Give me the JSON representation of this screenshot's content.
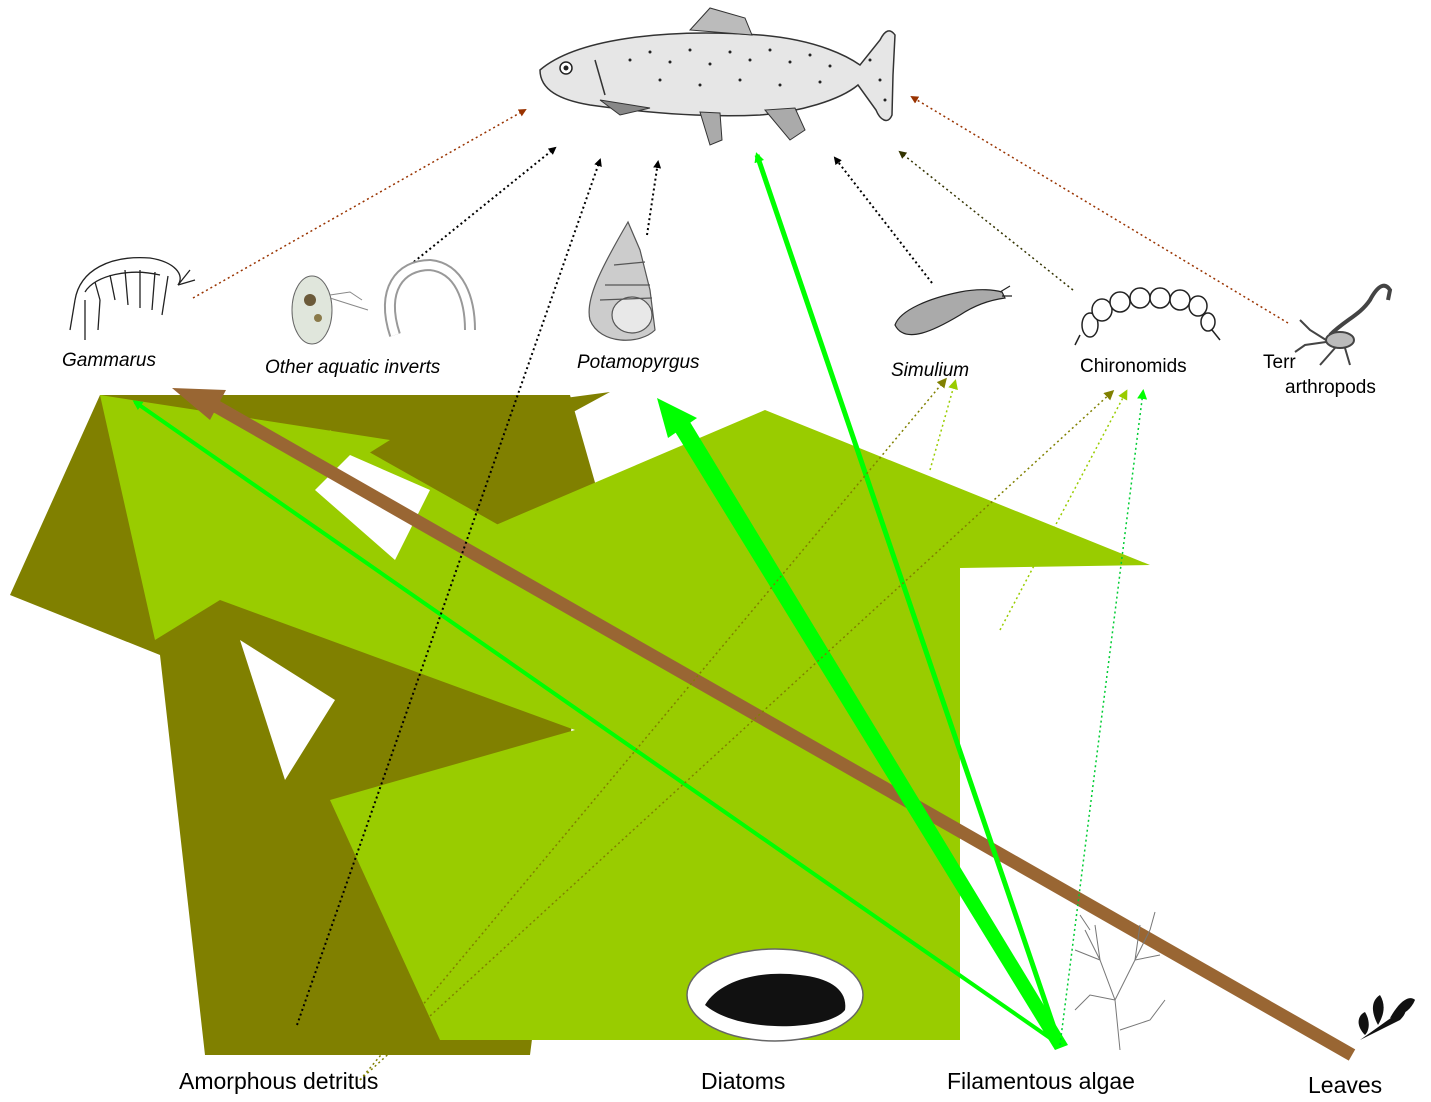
{
  "consumers": {
    "gammarus": "Gammarus",
    "other_inverts": "Other aquatic inverts",
    "potamopyrgus": "Potamopyrgus",
    "simulium": "Simulium",
    "chironomids": "Chironomids",
    "terrestrial_line1": "Terr",
    "terrestrial_line2": "arthropods"
  },
  "resources": {
    "detritus": "Amorphous detritus",
    "diatoms": "Diatoms",
    "algae": "Filamentous algae",
    "leaves": "Leaves"
  },
  "colors": {
    "detritus": "#808000",
    "diatoms": "#99cc00",
    "algae": "#00ff00",
    "leaves": "#996633",
    "to_trout_black": "#000000",
    "to_trout_brown": "#993300",
    "to_trout_olive": "#333300"
  },
  "icons": [
    "trout-icon",
    "amphipod-icon",
    "daphnia-icon",
    "worm-icon",
    "snail-icon",
    "blackfly-larva-icon",
    "midge-larva-icon",
    "scorpion-icon",
    "diatom-dish-icon",
    "algae-icon",
    "leaf-icon"
  ]
}
